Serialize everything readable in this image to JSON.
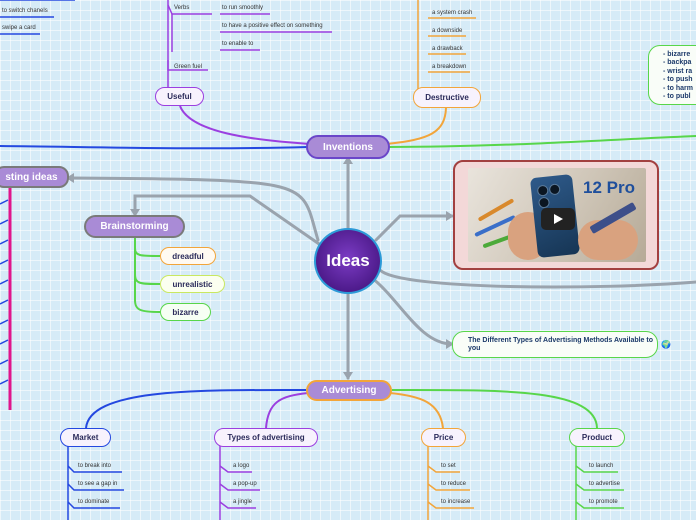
{
  "root": {
    "label": "Ideas"
  },
  "branches": {
    "inventions": {
      "label": "Inventions",
      "children": {
        "useful": {
          "label": "Useful",
          "items": [
            "Verbs",
            "to run smoothly",
            "to have a positive effect on something",
            "to enable to",
            "Green fuel"
          ]
        },
        "destructive": {
          "label": "Destructive",
          "items": [
            "a system crash",
            "a downside",
            "a drawback",
            "a breakdown"
          ]
        }
      }
    },
    "existing": {
      "label": "sting ideas"
    },
    "brainstorming": {
      "label": "Brainstorming",
      "items": [
        "dreadful",
        "unrealistic",
        "bizarre"
      ]
    },
    "advertising": {
      "label": "Advertising",
      "children": {
        "market": {
          "label": "Market",
          "items": [
            "to break into",
            "to see a gap in",
            "to dominate"
          ]
        },
        "types": {
          "label": "Types of advertising",
          "items": [
            "a logo",
            "a pop-up",
            "a jingle"
          ]
        },
        "price": {
          "label": "Price",
          "items": [
            "to set",
            "to reduce",
            "to increase"
          ]
        },
        "product": {
          "label": "Product",
          "items": [
            "to launch",
            "to advertise",
            "to promote"
          ]
        }
      }
    }
  },
  "left_fragments": [
    "to switch chanels",
    "swipe a card"
  ],
  "side_list": {
    "lines": [
      "- bizarre",
      "- backpa",
      "- wrist ra",
      "- to push",
      "- to harm",
      "- to publ"
    ]
  },
  "media": {
    "video_title_text": "12 Pro",
    "control": "play-button"
  },
  "link_node": {
    "title": "The Different Types of Advertising Methods Available to you",
    "icon": "globe-icon"
  },
  "colors": {
    "main_node_fill": "#a98bd6",
    "main_node_border": "#6a46c9",
    "root_fill": "#5a2399",
    "blue_branch": "#2448e0",
    "green_branch": "#58d64a",
    "purple_branch": "#9b3fe0",
    "orange_branch": "#f2a53a",
    "magenta_branch": "#e0158c",
    "connector_gray": "#9aa3ad"
  }
}
